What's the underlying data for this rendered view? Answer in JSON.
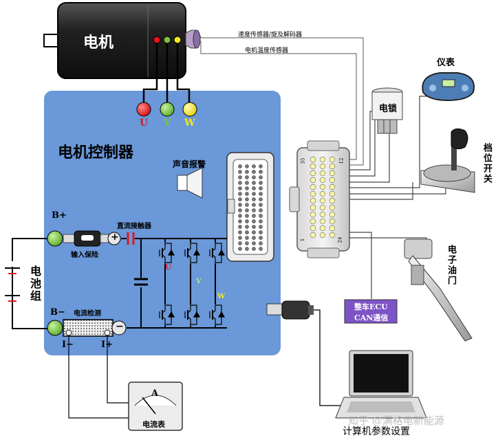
{
  "motor": {
    "label": "电机"
  },
  "phases": {
    "u": "U",
    "v": "V",
    "w": "W"
  },
  "sensor_lines": {
    "speed": "速度传感器/旋及解码器",
    "temperature": "电机温度传感器"
  },
  "controller": {
    "title": "电机控制器",
    "buzzer": "声音报警",
    "b_plus": "B+",
    "b_minus": "B−",
    "fuse": "输入保险",
    "contactor": "直流接触器",
    "current_sense": "电流检测",
    "i_minus": "I−",
    "i_plus": "I+",
    "plus_sign": "+",
    "minus_sign": "−"
  },
  "battery": {
    "label": "电池组"
  },
  "connector": {
    "pin_12": "12",
    "pin_35": "35",
    "pin_1": "1",
    "pin_24": "24"
  },
  "peripherals": {
    "key_switch": "电锁",
    "meter": "仪表",
    "gear_switch": "档位开关",
    "throttle": "电子油门",
    "ecu_line1": "整车ECU",
    "ecu_line2": "CAN通信",
    "ammeter": "电流表",
    "ammeter_symbol": "A",
    "laptop": "计算机参数设置"
  },
  "watermark": "知乎 @满格电新能源",
  "colors": {
    "controller_bg": "#6a98d8",
    "motor_body": "#1c1c1c",
    "phase_u": "#e0141c",
    "phase_v": "#7cc241",
    "phase_w": "#f2ea1c",
    "ecu_box": "#7d53c6",
    "wire": "#000000"
  }
}
